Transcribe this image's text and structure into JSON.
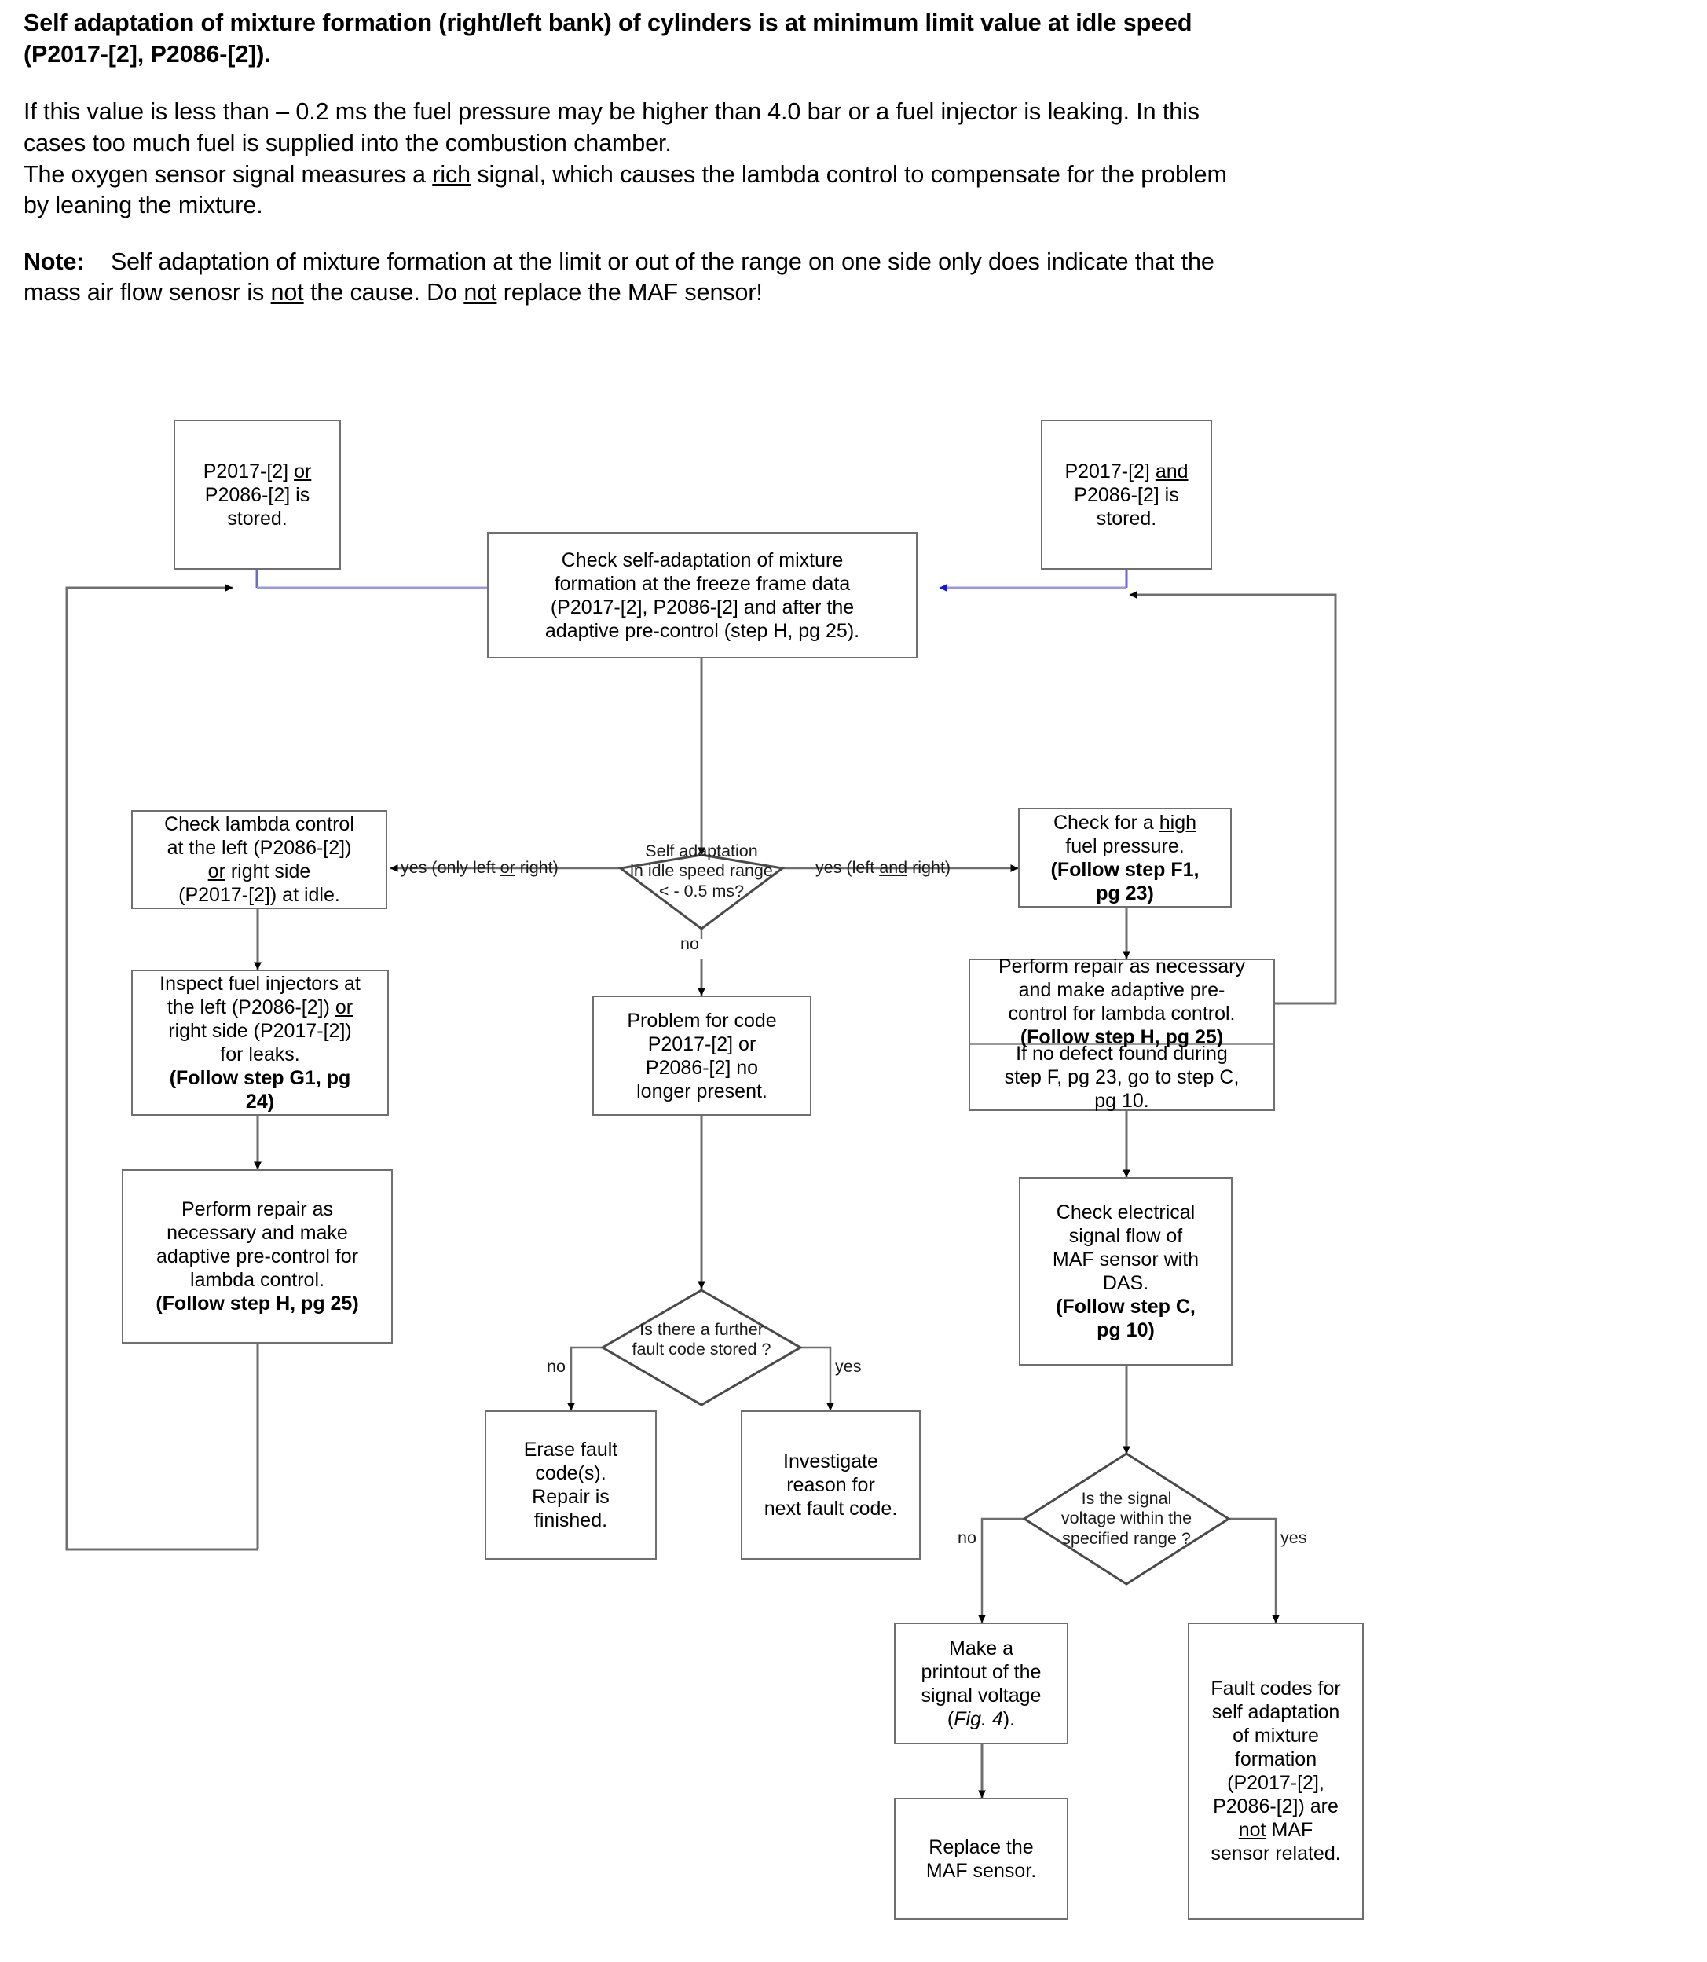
{
  "document": {
    "title_line1": "Self adaptation of mixture formation (right/left bank) of cylinders is at minimum limit value at idle speed",
    "title_line2": "(P2017-[2], P2086-[2]).",
    "para1_line1": "If this value is less than – 0.2 ms the fuel pressure may be higher than 4.0 bar or a fuel injector is leaking. In this",
    "para1_line2": "cases too much fuel is supplied into the combustion chamber.",
    "para2_pre": "The oxygen sensor signal measures a ",
    "para2_underline": "rich",
    "para2_post": " signal, which causes the lambda control to compensate for the problem",
    "para2_line2": "by leaning the mixture.",
    "note_label": "Note:",
    "note_line1": "Self adaptation of mixture formation at the limit or out of the range on one side only does indicate that the",
    "note_line2_a": "mass air flow senosr is ",
    "note_line2_not1": "not",
    "note_line2_b": " the cause. Do ",
    "note_line2_not2": "not",
    "note_line2_c": " replace the  MAF sensor!"
  },
  "flowchart": {
    "nodes": {
      "start_left": {
        "l1_a": "P2017-[2] ",
        "l1_or": "or",
        "l2": "P2086-[2] is",
        "l3": "stored."
      },
      "start_right": {
        "l1_a": "P2017-[2] ",
        "l1_and": "and",
        "l2": "P2086-[2] is",
        "l3": "stored."
      },
      "check_self_adaptation": {
        "l1": "Check self-adaptation of mixture",
        "l2": "formation at the freeze frame data",
        "l3": "(P2017-[2], P2086-[2] and after the",
        "l4": "adaptive pre-control (step H, pg 25)."
      },
      "check_lambda": {
        "l1": "Check lambda control",
        "l2": "at the left (P2086-[2])",
        "l3_or": "or",
        "l3_b": " right side",
        "l4": "(P2017-[2]) at idle."
      },
      "inspect_injectors": {
        "l1": "Inspect fuel injectors at",
        "l2_a": "the left (P2086-[2]) ",
        "l2_or": "or",
        "l3": "right side (P2017-[2])",
        "l4": "for leaks.",
        "l5": "(Follow step G1, pg",
        "l6": "24)"
      },
      "repair_left": {
        "l1": "Perform repair as",
        "l2": "necessary and make",
        "l3": "adaptive pre-control for",
        "l4": "lambda control.",
        "l5": "(Follow step H, pg 25)"
      },
      "problem_gone": {
        "l1": "Problem for code",
        "l2": "P2017-[2] or",
        "l3": "P2086-[2] no",
        "l4": "longer present."
      },
      "erase_codes": {
        "l1": "Erase fault",
        "l2": "code(s).",
        "l3": "Repair is",
        "l4": "finished."
      },
      "investigate": {
        "l1": "Investigate",
        "l2": "reason for",
        "l3": "next fault code."
      },
      "check_fuel_pressure": {
        "l1_a": "Check for a ",
        "l1_high": "high",
        "l2": "fuel pressure.",
        "l3": "(Follow step F1,",
        "l4": "pg 23)"
      },
      "repair_right": {
        "top_l1": "Perform repair as necessary",
        "top_l2": "and make adaptive pre-",
        "top_l3": "control for lambda control.",
        "top_l4": "(Follow step H, pg 25)",
        "bottom_l1": "If no defect found during",
        "bottom_l2": "step F, pg 23, go to step C,",
        "bottom_l3": "pg 10."
      },
      "check_electrical": {
        "l1": "Check electrical",
        "l2": "signal flow of",
        "l3": "MAF sensor with",
        "l4": "DAS.",
        "l5": "(Follow step C,",
        "l6": "pg 10)"
      },
      "make_printout": {
        "l1": "Make a",
        "l2": "printout of the",
        "l3": "signal voltage",
        "l4_fig": "Fig. 4",
        "l4_pre": "(",
        "l4_post": ")."
      },
      "replace_maf": {
        "l1": "Replace the",
        "l2": "MAF sensor."
      },
      "fault_codes_not_maf": {
        "l1": "Fault codes for",
        "l2": "self adaptation",
        "l3": "of mixture",
        "l4": "formation",
        "l5": "(P2017-[2],",
        "l6": "P2086-[2]) are",
        "l7_not": "not",
        "l7_b": "  MAF",
        "l8": "sensor related."
      }
    },
    "decisions": {
      "idle_range": {
        "l1": "Self adaptation",
        "l2": "in idle speed range",
        "l3": "< - 0.5 ms?"
      },
      "further_fault_code": {
        "l1": "Is there a further",
        "l2": "fault code stored ?"
      },
      "signal_voltage": {
        "l1": "Is the signal",
        "l2": "voltage  within the",
        "l3": "specified range ?"
      }
    },
    "edge_labels": {
      "yes_only_left_or_right_a": "yes (only left ",
      "yes_only_left_or_right_or": "or",
      "yes_only_left_or_right_b": " right)",
      "yes_left_and_right_a": "yes (left ",
      "yes_left_and_right_and": "and",
      "yes_left_and_right_b": " right)",
      "no_center": "no",
      "no_fault": "no",
      "yes_fault": "yes",
      "no_voltage": "no",
      "yes_voltage": "yes"
    },
    "colors": {
      "box_border": "#6f6f6f",
      "connector": "#6f6f6f",
      "blue_line": "#9a9ad8",
      "blue_arrow": "#1616d8",
      "dark_arrow": "#000000",
      "diamond_stroke": "#4a4a4a"
    }
  }
}
